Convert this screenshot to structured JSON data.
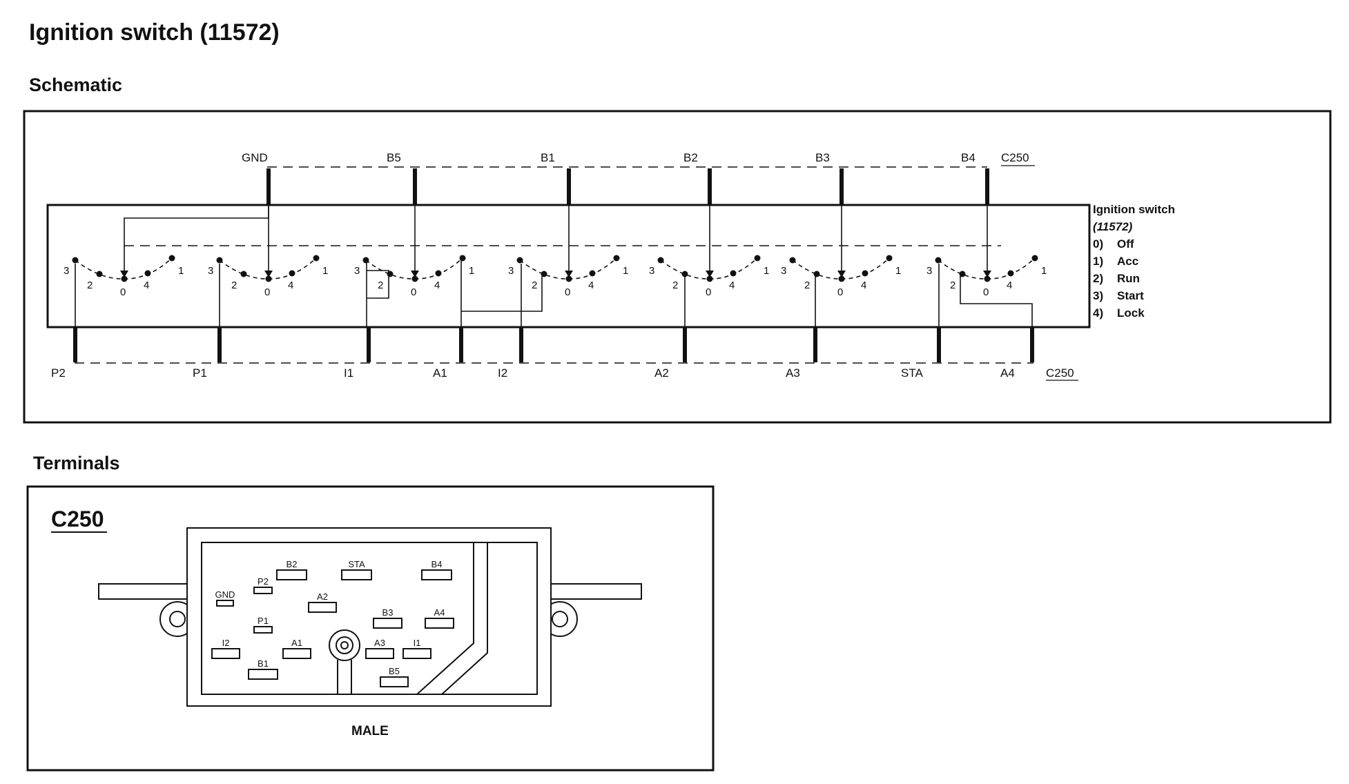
{
  "page_title": "Ignition switch (11572)",
  "sections": {
    "schematic": "Schematic",
    "terminals": "Terminals"
  },
  "schematic": {
    "top_connector": "C250",
    "bottom_connector": "C250",
    "top_terminals": [
      "GND",
      "B5",
      "B1",
      "B2",
      "B3",
      "B4"
    ],
    "bottom_terminals": [
      "P2",
      "P1",
      "I1",
      "A1",
      "I2",
      "A2",
      "A3",
      "STA",
      "A4"
    ],
    "position_numbers": [
      "0",
      "1",
      "2",
      "3",
      "4"
    ],
    "legend": {
      "title": "Ignition switch",
      "subtitle": "(11572)",
      "positions": [
        {
          "num": "0)",
          "name": "Off"
        },
        {
          "num": "1)",
          "name": "Acc"
        },
        {
          "num": "2)",
          "name": "Run"
        },
        {
          "num": "3)",
          "name": "Start"
        },
        {
          "num": "4)",
          "name": "Lock"
        }
      ]
    }
  },
  "connector": {
    "name": "C250",
    "gender": "MALE",
    "pins": [
      "GND",
      "P2",
      "B2",
      "STA",
      "B4",
      "A2",
      "B3",
      "A4",
      "P1",
      "I2",
      "A1",
      "A3",
      "I1",
      "B1",
      "B5"
    ]
  }
}
